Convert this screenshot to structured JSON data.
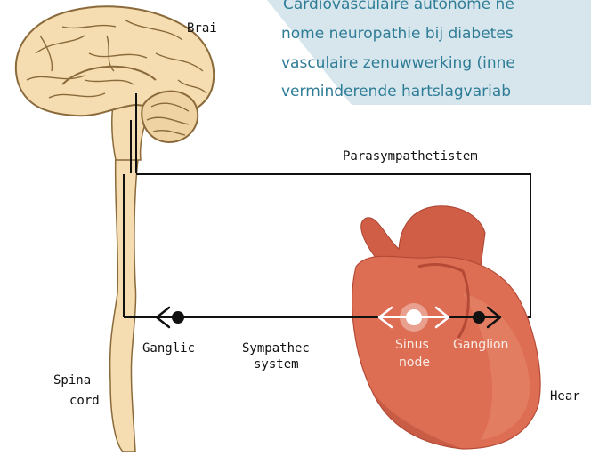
{
  "caption": {
    "lines": [
      "Cardiovasculaire autonome ne",
      "nome neuropathie bij diabetes",
      "vasculaire zenuwwerking (inne",
      "verminderende hartslagvariab"
    ]
  },
  "labels": {
    "brain": "Brai",
    "parasympathetic": "Parasympathetistem",
    "ganglion_left": "Ganglic",
    "sympathetic_line1": "Sympathec",
    "sympathetic_line2": "system",
    "spinal_line1": "Spinа",
    "spinal_line2": "cord",
    "sinus_line1": "Sinus",
    "sinus_line2": "node",
    "ganglion_heart": "Ganglion",
    "heart": "Hear"
  },
  "colors": {
    "caption_bg": "#d6e6ec",
    "caption_text": "#2f7c97",
    "brain_fill": "#f5ddb1",
    "brain_stroke": "#8a6a3a",
    "heart_fill": "#dd6e54",
    "heart_dark": "#b44a36",
    "nerve_line": "#111111"
  }
}
